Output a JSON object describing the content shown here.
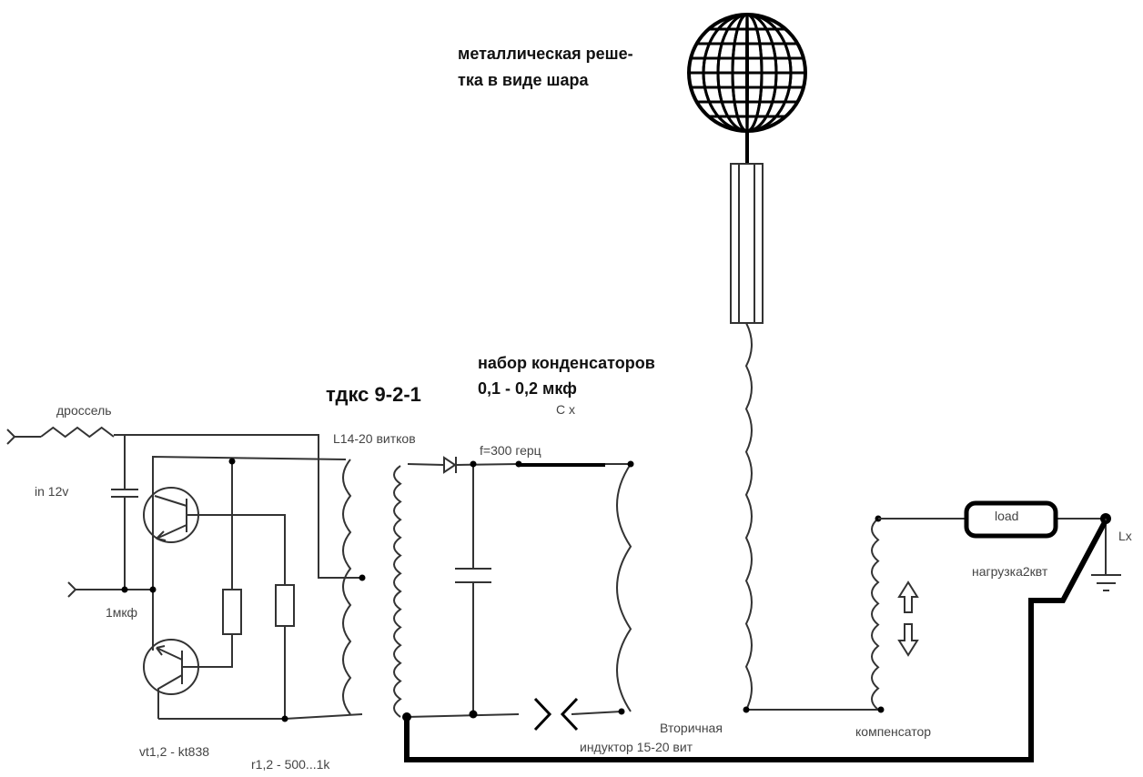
{
  "labels": {
    "sphere_line1": "металлическая реше-",
    "sphere_line2": "тка в виде шара",
    "transformer": "тдкс 9-2-1",
    "capacitors_line1": "набор конденсаторов",
    "capacitors_line2": "0,1 - 0,2 мкф",
    "cx": "C x",
    "choke": "дроссель",
    "primary_coil": "L14-20 витков",
    "frequency": "f=300 герц",
    "input": "in 12v",
    "input_cap": "1мкф",
    "transistors": "vt1,2 - kt838",
    "resistors": "r1,2 - 500...1k",
    "load": "load",
    "lx": "Lx",
    "load_power": "нагрузка2квт",
    "secondary_line1": "Вторичная",
    "secondary_line2": "индуктор 15-20 вит",
    "compensator": "компенсатор"
  }
}
